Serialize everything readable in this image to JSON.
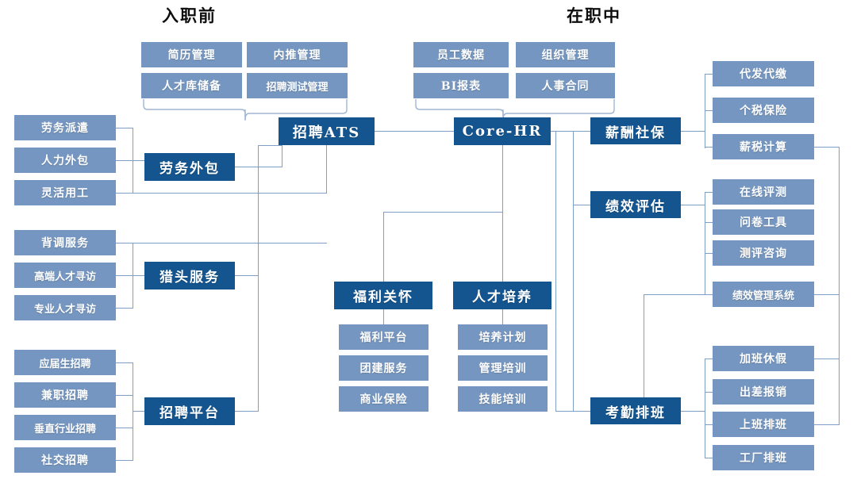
{
  "sections": [
    {
      "label": "入职前"
    },
    {
      "label": "在职中"
    }
  ],
  "colors": {
    "leaf": "#7596c0",
    "main": "#14558f",
    "connector": "#7f9fc6",
    "background": "#ffffff"
  },
  "modules": {
    "ats": {
      "label": "招聘ATS",
      "features": [
        "简历管理",
        "内推管理",
        "人才库储备",
        "招聘测试管理"
      ]
    },
    "corehr": {
      "label": "Core-HR",
      "features": [
        "员工数据",
        "组织管理",
        "BI报表",
        "人事合同"
      ]
    },
    "payroll": {
      "label": "薪酬社保",
      "features": [
        "代发代缴",
        "个税保险",
        "薪税计算"
      ]
    },
    "performance": {
      "label": "绩效评估",
      "features": [
        "在线评测",
        "问卷工具",
        "测评咨询",
        "绩效管理系统"
      ]
    },
    "attendance": {
      "label": "考勤排班",
      "features": [
        "加班休假",
        "出差报销",
        "上班排班",
        "工厂排班"
      ]
    },
    "welfare": {
      "label": "福利关怀",
      "features": [
        "福利平台",
        "团建服务",
        "商业保险"
      ]
    },
    "training": {
      "label": "人才培养",
      "features": [
        "培养计划",
        "管理培训",
        "技能培训"
      ]
    },
    "outsourcing": {
      "label": "劳务外包",
      "features": [
        "劳务派遣",
        "人力外包",
        "灵活用工"
      ]
    },
    "headhunting": {
      "label": "猎头服务",
      "features": [
        "背调服务",
        "高端人才寻访",
        "专业人才寻访"
      ]
    },
    "platform": {
      "label": "招聘平台",
      "features": [
        "应届生招聘",
        "兼职招聘",
        "垂直行业招聘",
        "社交招聘"
      ]
    }
  }
}
